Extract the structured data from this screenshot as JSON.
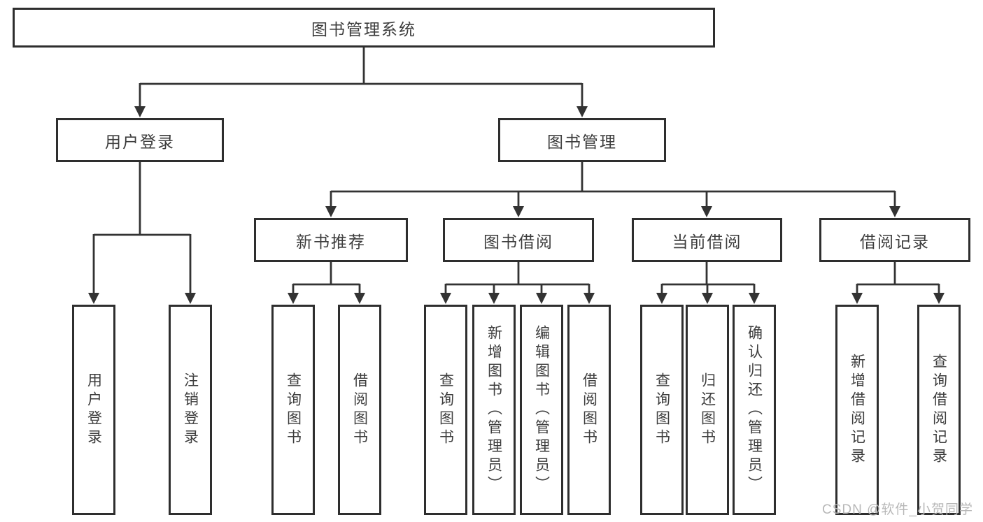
{
  "tree": {
    "root": {
      "label": "图书管理系统",
      "children": [
        {
          "label": "用户登录",
          "children": [
            {
              "label": "用户登录"
            },
            {
              "label": "注销登录"
            }
          ]
        },
        {
          "label": "图书管理",
          "children": [
            {
              "label": "新书推荐",
              "children": [
                {
                  "label": "查询图书"
                },
                {
                  "label": "借阅图书"
                }
              ]
            },
            {
              "label": "图书借阅",
              "children": [
                {
                  "label": "查询图书"
                },
                {
                  "label": "新增图书（管理员）"
                },
                {
                  "label": "编辑图书（管理员）"
                },
                {
                  "label": "借阅图书"
                }
              ]
            },
            {
              "label": "当前借阅",
              "children": [
                {
                  "label": "查询图书"
                },
                {
                  "label": "归还图书"
                },
                {
                  "label": "确认归还（管理员）"
                }
              ]
            },
            {
              "label": "借阅记录",
              "children": [
                {
                  "label": "新增借阅记录"
                },
                {
                  "label": "查询借阅记录"
                }
              ]
            }
          ]
        }
      ]
    }
  },
  "watermark": {
    "text": "CSDN @软件_小贺同学"
  },
  "colors": {
    "line": "#333333",
    "box_border": "#2e2e2e",
    "text": "#3d3d3d",
    "watermark_text": "#b8b8b8",
    "background": "#ffffff"
  }
}
